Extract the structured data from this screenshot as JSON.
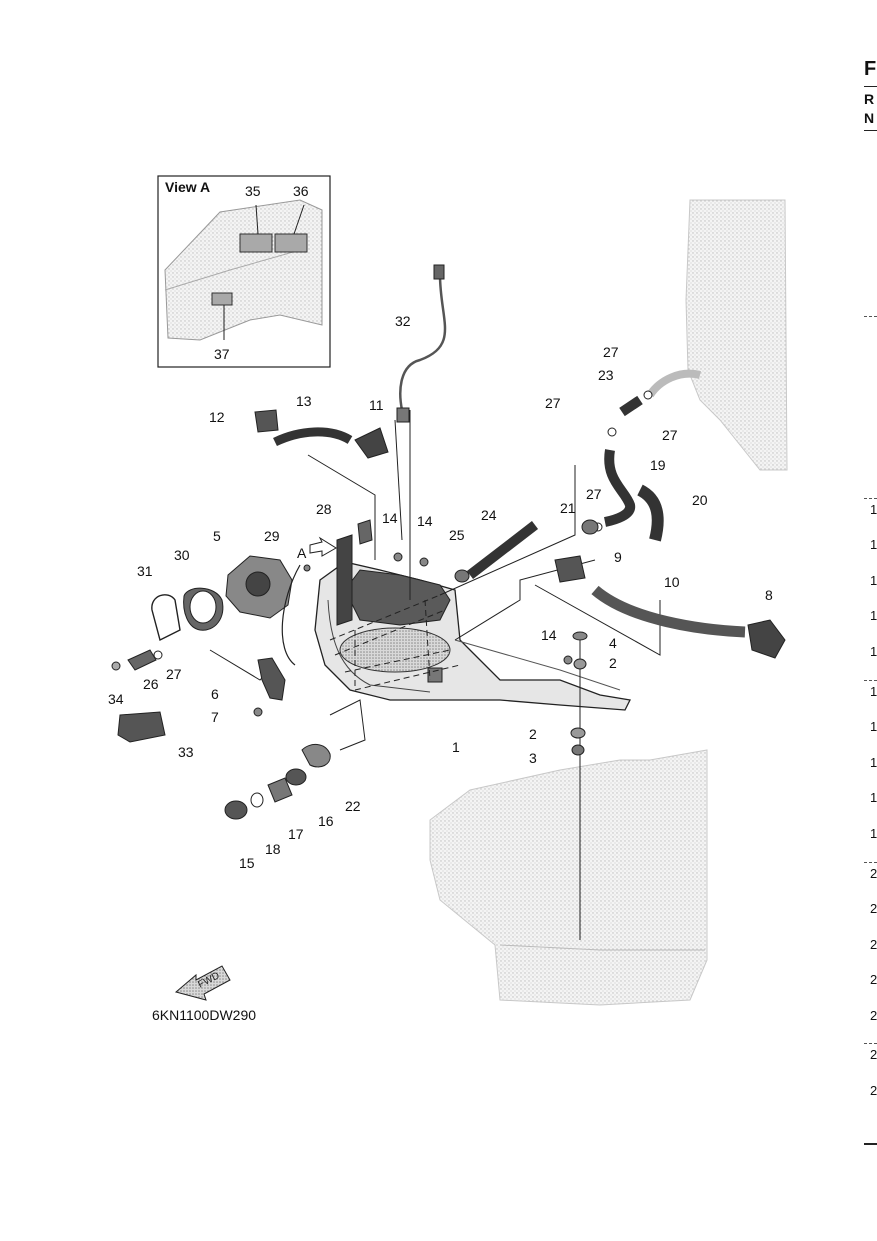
{
  "diagram": {
    "code": "6KN1100DW290",
    "fwd_label": "FWD",
    "view_a_title": "View A",
    "view_a_marker": "A",
    "callouts": [
      "1",
      "2",
      "2",
      "3",
      "4",
      "5",
      "6",
      "7",
      "8",
      "9",
      "10",
      "11",
      "12",
      "13",
      "14",
      "14",
      "14",
      "15",
      "16",
      "17",
      "18",
      "19",
      "20",
      "21",
      "22",
      "23",
      "24",
      "25",
      "26",
      "27",
      "27",
      "27",
      "27",
      "27",
      "28",
      "29",
      "30",
      "31",
      "32",
      "33",
      "34",
      "35",
      "36",
      "37"
    ]
  },
  "right_edge": {
    "letters": [
      "F",
      "R",
      "N"
    ],
    "row_digits": [
      "1",
      "1",
      "1",
      "1",
      "1",
      "1",
      "1",
      "1",
      "1",
      "1",
      "2",
      "2",
      "2",
      "2",
      "2",
      "2",
      "2"
    ]
  }
}
